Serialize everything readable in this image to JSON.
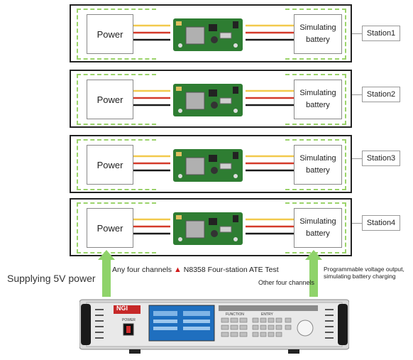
{
  "stations": [
    {
      "power_label": "Power",
      "sim_label": "Simulating battery",
      "name": "Station1"
    },
    {
      "power_label": "Power",
      "sim_label": "Simulating battery",
      "name": "Station2"
    },
    {
      "power_label": "Power",
      "sim_label": "Simulating battery",
      "name": "Station3"
    },
    {
      "power_label": "Power",
      "sim_label": "Simulating battery",
      "name": "Station4"
    }
  ],
  "labels": {
    "supply": "Supplying 5V power",
    "any_channels": "Any four channels",
    "product": "N8358 Four-station ATE Test",
    "other_channels": "Other four channels",
    "programmable": "Programmable voltage output,\nsimulating battery charging"
  },
  "instrument": {
    "logo": "NGI",
    "power_label": "POWER",
    "function_label": "FUNCTION",
    "entry_label": "ENTRY"
  },
  "colors": {
    "arrow": "#8fd36a",
    "dash": "#9bd36b",
    "wire_yellow": "#f2c94c",
    "wire_red": "#d43a2a",
    "wire_black": "#1a1a1a",
    "board": "#2e7d32",
    "warning": "#d11a1a",
    "screen": "#1f6fbf"
  }
}
